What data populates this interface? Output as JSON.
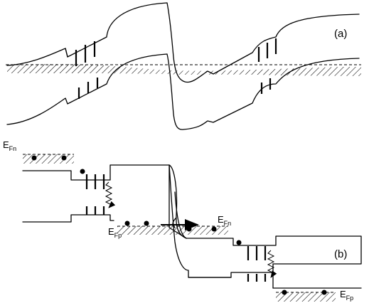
{
  "panels": {
    "a": {
      "label": "(a)"
    },
    "b": {
      "label": "(b)"
    }
  },
  "labels": {
    "efn_top_main": "E",
    "efn_top_sub": "Fn",
    "efn_mid_main": "E",
    "efn_mid_sub": "Fn",
    "efp_mid_main": "E",
    "efp_mid_sub": "Fp",
    "efp_bot_main": "E",
    "efp_bot_sub": "Fp"
  }
}
